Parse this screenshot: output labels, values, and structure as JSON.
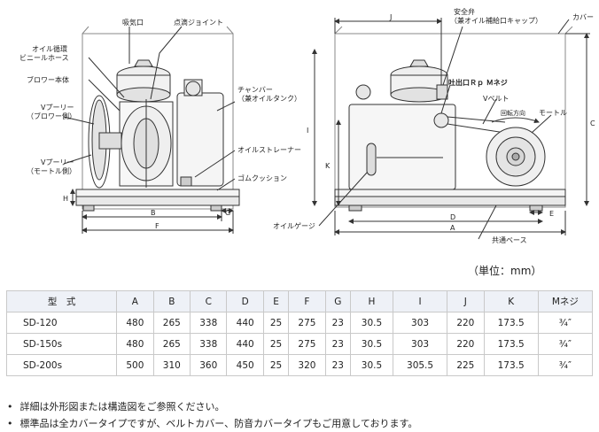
{
  "left_view": {
    "intake": "吸気口",
    "drip_joint": "点滴ジョイント",
    "oil_hose_1": "オイル循環",
    "oil_hose_2": "ビニールホース",
    "blower_body": "ブロワー本体",
    "pulley_blower_1": "Vプーリー",
    "pulley_blower_2": "（ブロワー側）",
    "pulley_motor_1": "Vプーリー",
    "pulley_motor_2": "（モートル側）",
    "chamber_1": "チャンバー",
    "chamber_2": "（兼オイルタンク）",
    "strainer": "オイルストレーナー",
    "rubber": "ゴムクッション",
    "dim_h": "H",
    "dim_b": "B",
    "dim_f": "F",
    "dim_g": "G"
  },
  "right_view": {
    "safety_valve_1": "安全弁",
    "safety_valve_2": "（兼オイル補給口キャップ）",
    "cover": "カバー",
    "outlet": "吐出口Ｒｐ Ｍネジ",
    "vbelt": "Vベルト",
    "rotation": "回転方向",
    "motor": "モートル",
    "oil_gauge": "オイルゲージ",
    "common_base": "共通ベース",
    "dim_j": "J",
    "dim_c": "C",
    "dim_i": "I",
    "dim_k": "K",
    "dim_d": "D",
    "dim_a": "A",
    "dim_e": "E"
  },
  "unit": "（単位：mm）",
  "table": {
    "headers": [
      "型　式",
      "A",
      "B",
      "C",
      "D",
      "E",
      "F",
      "G",
      "H",
      "I",
      "J",
      "K",
      "Mネジ"
    ],
    "rows": [
      [
        "SD-120",
        "480",
        "265",
        "338",
        "440",
        "25",
        "275",
        "23",
        "30.5",
        "303",
        "220",
        "173.5",
        "¾″"
      ],
      [
        "SD-150s",
        "480",
        "265",
        "338",
        "440",
        "25",
        "275",
        "23",
        "30.5",
        "303",
        "220",
        "173.5",
        "¾″"
      ],
      [
        "SD-200s",
        "500",
        "310",
        "360",
        "450",
        "25",
        "320",
        "23",
        "30.5",
        "305.5",
        "225",
        "173.5",
        "¾″"
      ]
    ]
  },
  "notes": [
    "詳細は外形図または構造図をご参照ください。",
    "標準品は全カバータイプですが、ベルトカバー、防音カバータイプもご用意しております。"
  ]
}
